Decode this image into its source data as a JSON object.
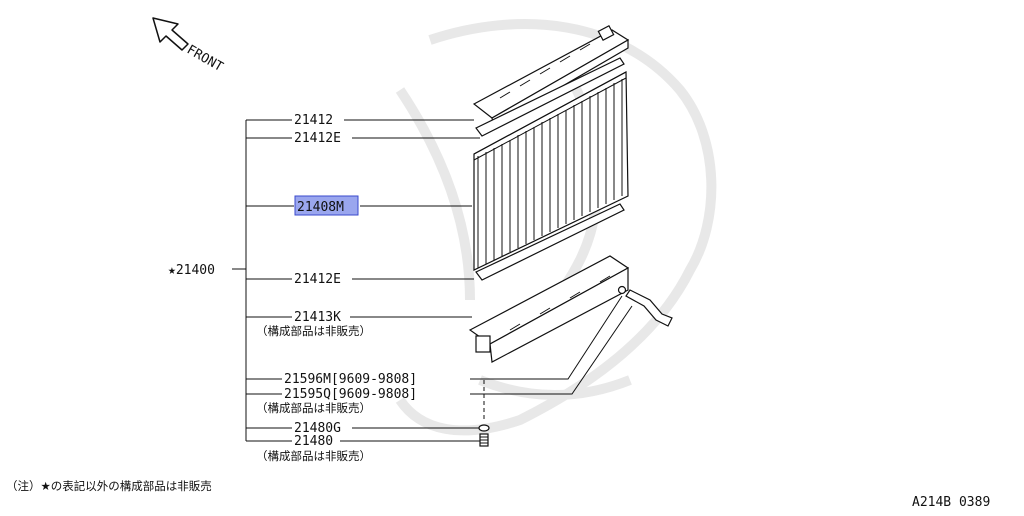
{
  "diagram": {
    "orientation_label": "FRONT",
    "assembly_label": "★21400",
    "highlight_color": "#9aa6ee",
    "callouts": [
      {
        "id": "21412",
        "label": "21412"
      },
      {
        "id": "21412E_top",
        "label": "21412E"
      },
      {
        "id": "21408M",
        "label": "21408M",
        "highlighted": true
      },
      {
        "id": "21412E_bottom",
        "label": "21412E"
      },
      {
        "id": "21413K",
        "label": "21413K",
        "sub": "（構成部品は非販売）"
      },
      {
        "id": "21596M",
        "label": "21596M[9609-9808]"
      },
      {
        "id": "21595Q",
        "label": "21595Q[9609-9808]",
        "sub": "（構成部品は非販売）"
      },
      {
        "id": "21480G",
        "label": "21480G"
      },
      {
        "id": "21480",
        "label": "21480",
        "sub": "（構成部品は非販売）"
      }
    ],
    "footnote": "（注）★の表記以外の構成部品は非販売",
    "figure_code": "A214B 0389"
  }
}
